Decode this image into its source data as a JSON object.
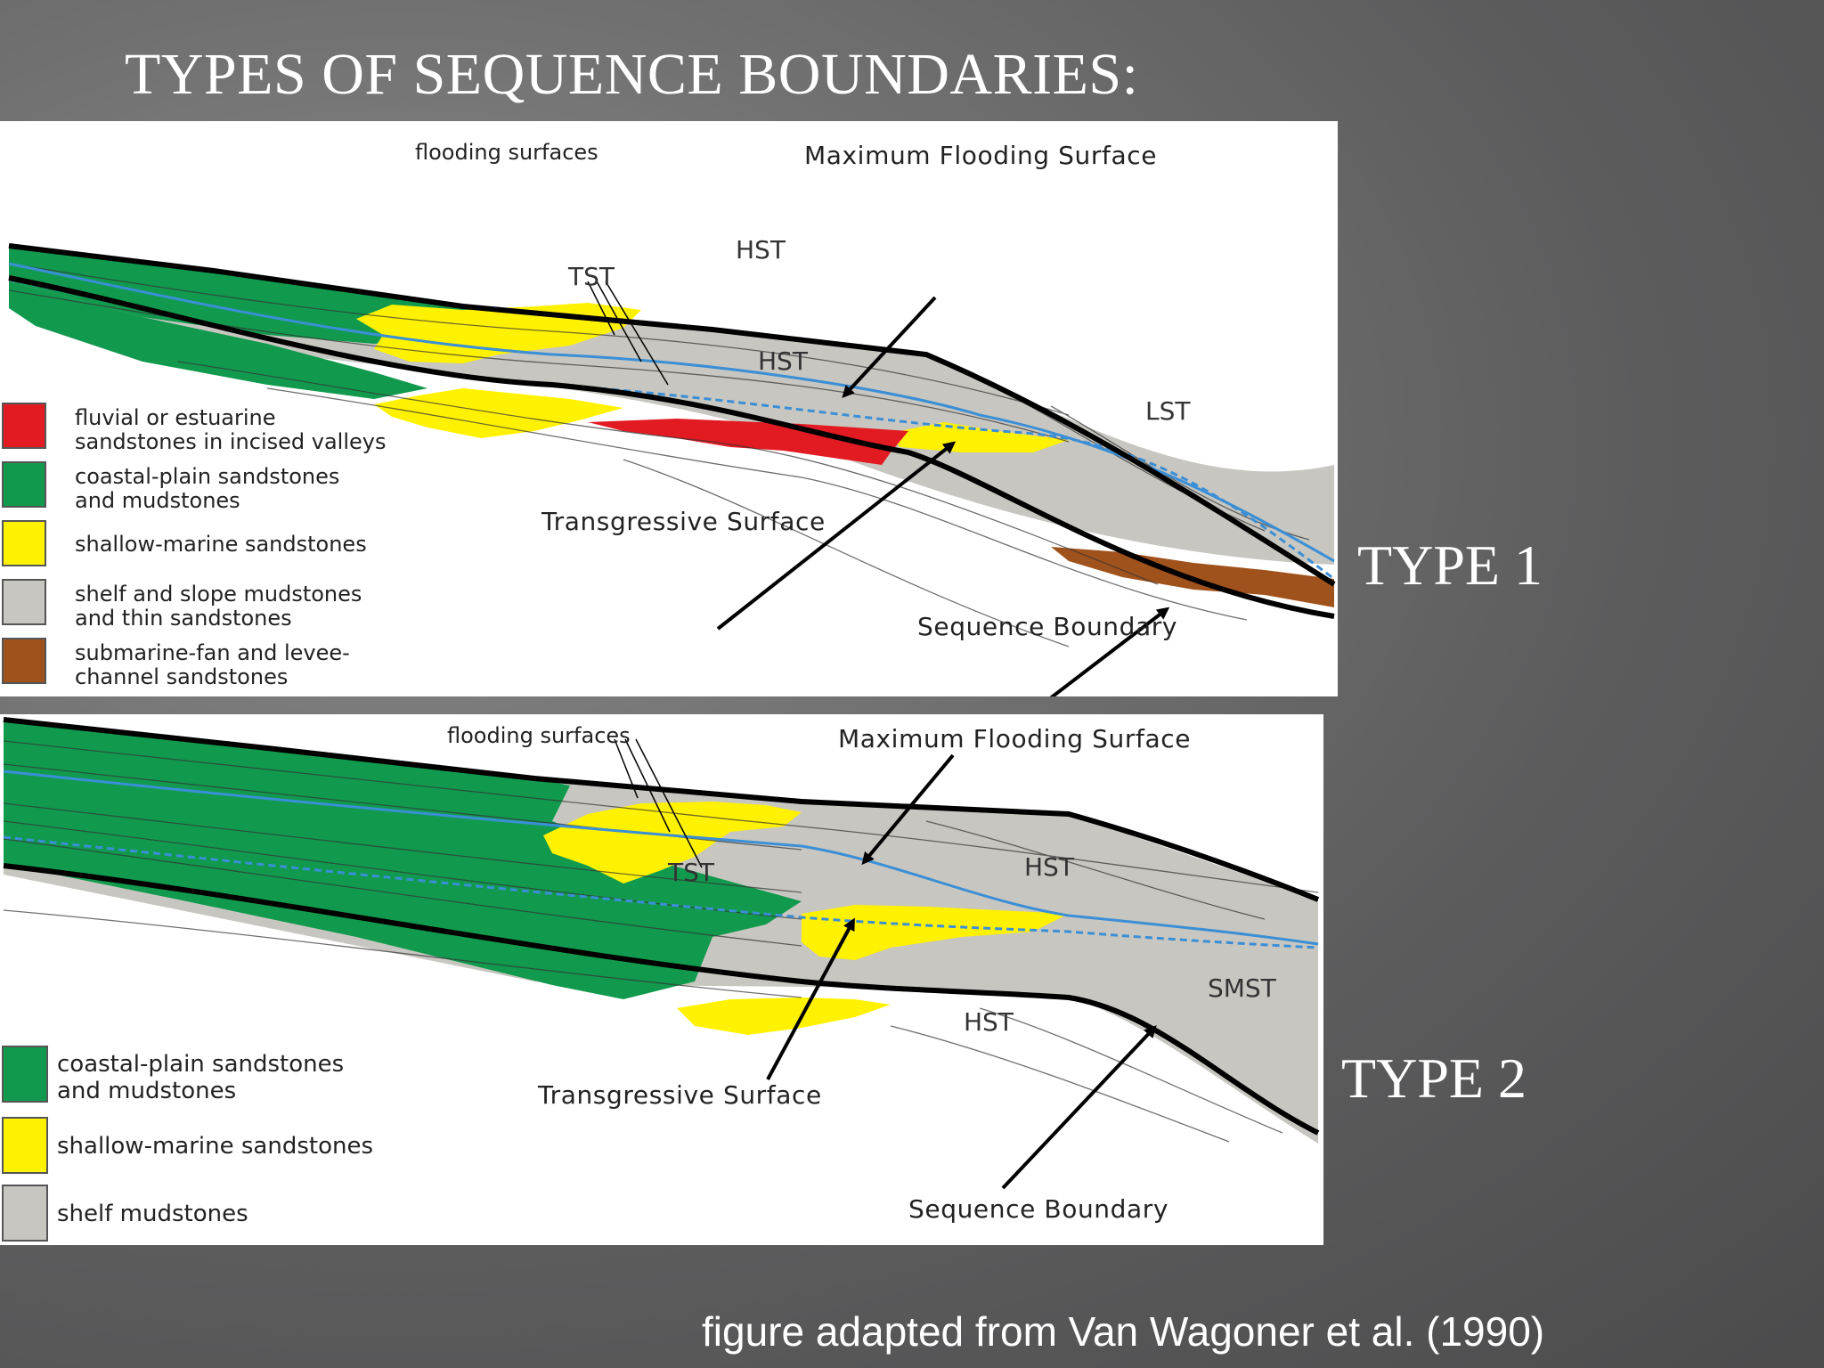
{
  "title": "TYPES OF SEQUENCE BOUNDARIES:",
  "colors": {
    "fluvial": "#e21b23",
    "coastal": "#119a4e",
    "shallow": "#fff200",
    "shelf": "#c8c6c0",
    "fan": "#a0521c",
    "surface": "#3a8fd6",
    "background": "#5d5d5e"
  },
  "panel1": {
    "type_label": "TYPE 1",
    "annotations": {
      "flooding_surfaces": "flooding surfaces",
      "mfs": "Maximum Flooding Surface",
      "ts": "Transgressive Surface",
      "sb": "Sequence Boundary",
      "hst_upper": "HST",
      "tst": "TST",
      "hst_lower": "HST",
      "lst": "LST"
    },
    "legend": [
      {
        "text": "fluvial or estuarine\nsandstones in incised valleys",
        "color": "#e21b23"
      },
      {
        "text": "coastal-plain sandstones\nand mudstones",
        "color": "#119a4e"
      },
      {
        "text": "shallow-marine sandstones",
        "color": "#fff200"
      },
      {
        "text": "shelf and slope mudstones\nand thin sandstones",
        "color": "#c8c6c0"
      },
      {
        "text": "submarine-fan and levee-\nchannel sandstones",
        "color": "#a0521c"
      }
    ]
  },
  "panel2": {
    "type_label": "TYPE 2",
    "annotations": {
      "flooding_surfaces": "flooding surfaces",
      "mfs": "Maximum Flooding Surface",
      "ts": "Transgressive Surface",
      "sb": "Sequence Boundary",
      "tst": "TST",
      "hst_upper": "HST",
      "hst_lower": "HST",
      "smst": "SMST"
    },
    "legend": [
      {
        "text": "coastal-plain sandstones\nand mudstones",
        "color": "#119a4e"
      },
      {
        "text": "shallow-marine sandstones",
        "color": "#fff200"
      },
      {
        "text": "shelf mudstones",
        "color": "#c8c6c0"
      }
    ]
  },
  "caption": "figure adapted from Van Wagoner et al. (1990)"
}
